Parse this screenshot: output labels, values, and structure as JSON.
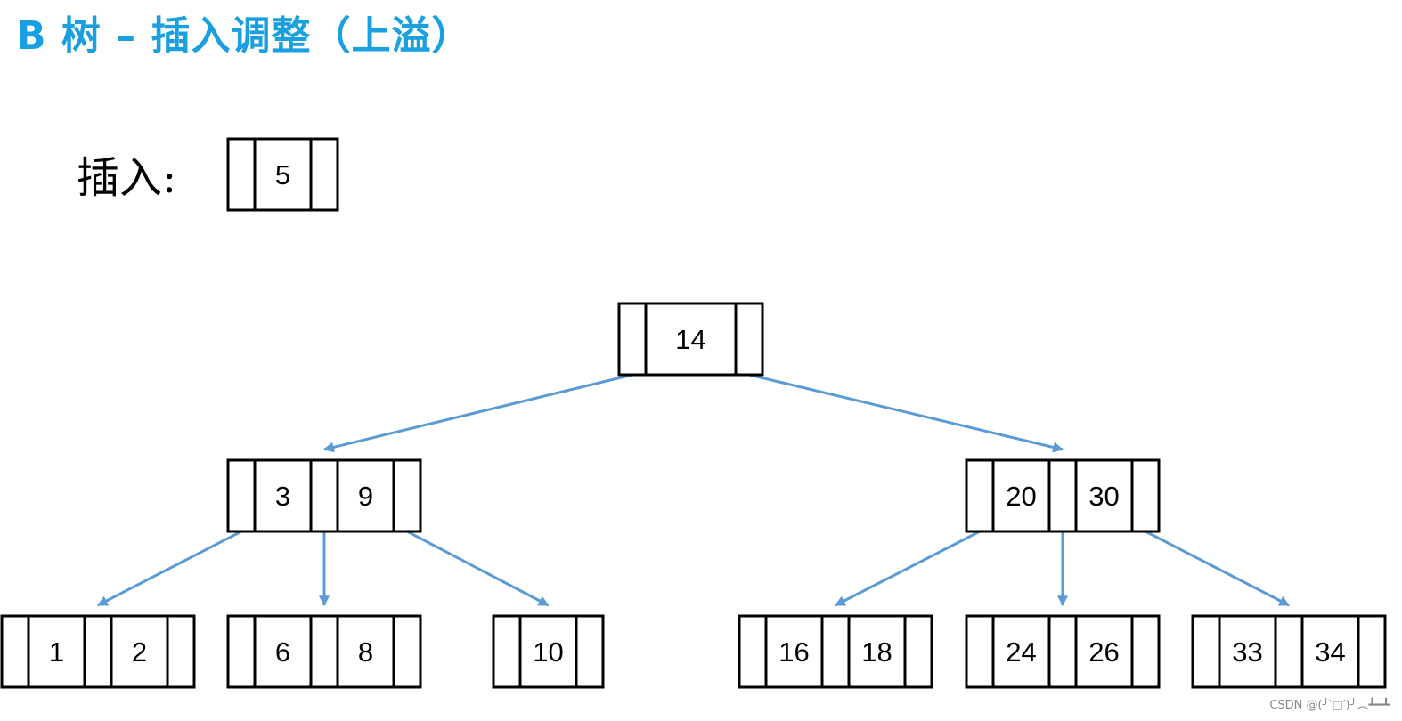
{
  "title": "B 树 – 插入调整（上溢）",
  "insert": {
    "label": "插入:",
    "keys": [
      "5"
    ]
  },
  "colors": {
    "title": "#1aa0e0",
    "edge": "#5b9bd5",
    "node_border": "#000000"
  },
  "tree": {
    "nodes": [
      {
        "id": "root",
        "keys": [
          "14"
        ]
      },
      {
        "id": "left",
        "keys": [
          "3",
          "9"
        ]
      },
      {
        "id": "right",
        "keys": [
          "20",
          "30"
        ]
      },
      {
        "id": "leaf-1-2",
        "keys": [
          "1",
          "2"
        ]
      },
      {
        "id": "leaf-6-8",
        "keys": [
          "6",
          "8"
        ]
      },
      {
        "id": "leaf-10",
        "keys": [
          "10"
        ]
      },
      {
        "id": "leaf-16-18",
        "keys": [
          "16",
          "18"
        ]
      },
      {
        "id": "leaf-24-26",
        "keys": [
          "24",
          "26"
        ]
      },
      {
        "id": "leaf-33-34",
        "keys": [
          "33",
          "34"
        ]
      }
    ],
    "edges": [
      {
        "from": "root",
        "to": "left"
      },
      {
        "from": "root",
        "to": "right"
      },
      {
        "from": "left",
        "to": "leaf-1-2"
      },
      {
        "from": "left",
        "to": "leaf-6-8"
      },
      {
        "from": "left",
        "to": "leaf-10"
      },
      {
        "from": "right",
        "to": "leaf-16-18"
      },
      {
        "from": "right",
        "to": "leaf-24-26"
      },
      {
        "from": "right",
        "to": "leaf-33-34"
      }
    ]
  },
  "watermark": "CSDN @(╯‵□′)╯︵┻━┻"
}
